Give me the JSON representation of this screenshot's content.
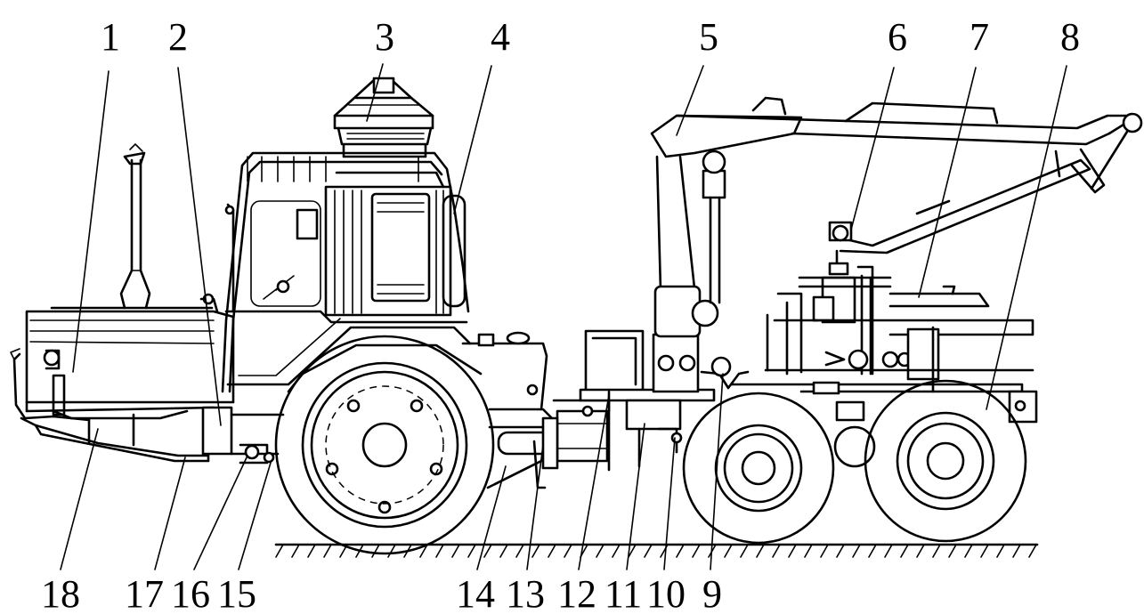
{
  "diagram": {
    "labels_top": [
      "1",
      "2",
      "3",
      "4",
      "5",
      "6",
      "7",
      "8"
    ],
    "labels_bottom": [
      "18",
      "17",
      "16",
      "15",
      "14",
      "13",
      "12",
      "11",
      "10",
      "9"
    ]
  }
}
